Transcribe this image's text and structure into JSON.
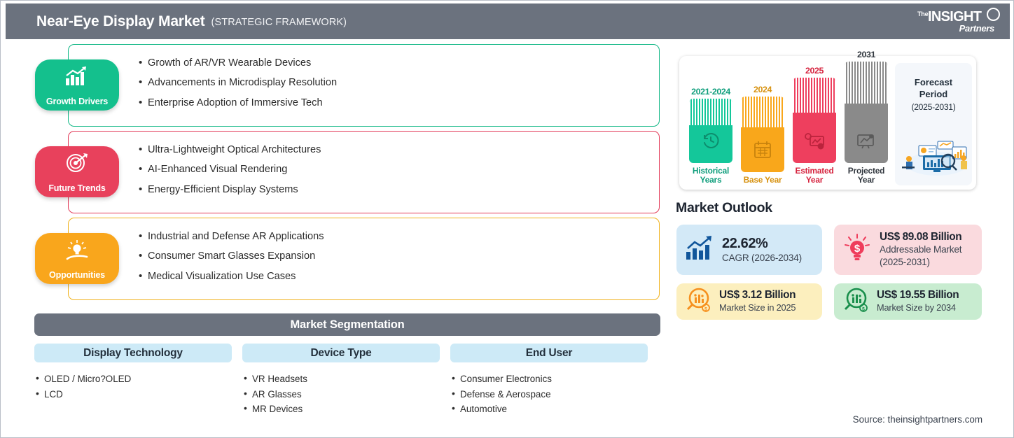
{
  "header": {
    "title": "Near-Eye Display Market",
    "subtitle": "(STRATEGIC FRAMEWORK)",
    "logo": {
      "the": "The",
      "name": "INSIGHT",
      "partners": "Partners"
    },
    "bg_color": "#6b727e"
  },
  "blocks": [
    {
      "badge": "Growth Drivers",
      "icon": "bar-chart-growth-icon",
      "color": "#14c08d",
      "border_color": "#12b886",
      "items": [
        "Growth of AR/VR Wearable Devices",
        "Advancements in Microdisplay Resolution",
        "Enterprise Adoption of Immersive Tech"
      ]
    },
    {
      "badge": "Future Trends",
      "icon": "target-dartboard-icon",
      "color": "#e8415c",
      "border_color": "#e23a58",
      "items": [
        "Ultra-Lightweight Optical Architectures",
        "AI-Enhanced Visual Rendering",
        "Energy-Efficient Display Systems"
      ]
    },
    {
      "badge": "Opportunities",
      "icon": "lightbulb-in-hand-icon",
      "color": "#f9a61c",
      "border_color": "#f0b21c",
      "items": [
        "Industrial and Defense AR Applications",
        "Consumer Smart Glasses Expansion",
        "Medical Visualization Use Cases"
      ]
    }
  ],
  "segmentation": {
    "title": "Market Segmentation",
    "columns": [
      {
        "title": "Display Technology",
        "items": [
          "OLED / Micro?OLED",
          "LCD"
        ]
      },
      {
        "title": "Device Type",
        "items": [
          "VR Headsets",
          "AR Glasses",
          "MR Devices"
        ]
      },
      {
        "title": "End User",
        "items": [
          "Consumer Electronics",
          "Defense & Aerospace",
          "Automotive"
        ]
      }
    ]
  },
  "chart_data": {
    "type": "bar",
    "title": "Study Period Timeline",
    "categories": [
      "Historical Years",
      "Base Year",
      "Estimated Year",
      "Projected Year"
    ],
    "year_labels": [
      "2021-2024",
      "2024",
      "2025",
      "2031"
    ],
    "values": [
      92,
      108,
      122,
      145
    ],
    "colors": [
      "#14c79a",
      "#f9a71b",
      "#ee3f5e",
      "#8a8a8a"
    ],
    "icons": [
      "history-clock-icon",
      "calendar-icon",
      "analytics-gear-icon",
      "forecast-monitor-icon"
    ],
    "ylabel": "",
    "xlabel": "",
    "grid": false,
    "legend": "none"
  },
  "forecast": {
    "line1": "Forecast",
    "line2": "Period",
    "line3": "(2025-2031)",
    "icon": "analytics-dashboard-illustration"
  },
  "outlook": {
    "title": "Market Outlook",
    "cards": [
      {
        "value": "22.62%",
        "label": "CAGR (2026-2034)",
        "label2": "",
        "icon": "growth-bar-chart-icon",
        "bg": "#d3e9f7",
        "accent": "#11569b"
      },
      {
        "value": "US$ 89.08 Billion",
        "label": "Addressable Market",
        "label2": "(2025-2031)",
        "icon": "lightbulb-dollar-icon",
        "bg": "#fadade",
        "accent": "#ef3d5c"
      },
      {
        "value": "US$ 3.12 Billion",
        "label": "Market Size in 2025",
        "label2": "",
        "icon": "magnifier-chart-icon",
        "bg": "#fcefbe",
        "accent": "#f6901e"
      },
      {
        "value": "US$ 19.55 Billion",
        "label": "Market Size by 2034",
        "label2": "",
        "icon": "magnifier-chart-icon",
        "bg": "#c8ecd0",
        "accent": "#1a8f4c"
      }
    ]
  },
  "source": "Source: theinsightpartners.com"
}
